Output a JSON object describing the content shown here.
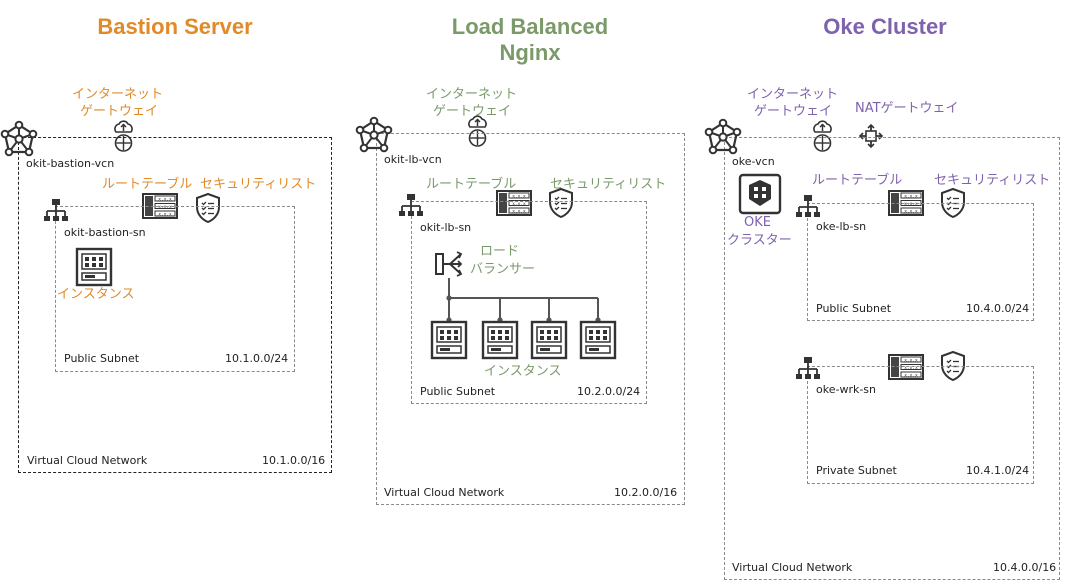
{
  "colors": {
    "bastion": "#e08a2a",
    "lb": "#7b9a6a",
    "oke": "#7f62ad",
    "icon": "#333333"
  },
  "bastion": {
    "title": "Bastion Server",
    "igw_label_1": "インターネット",
    "igw_label_2": "ゲートウェイ",
    "vcn_name": "okit-bastion-vcn",
    "route_table": "ルートテーブル",
    "security_list": "セキュリティリスト",
    "subnet_name": "okit-bastion-sn",
    "instance_label": "インスタンス",
    "subnet_type": "Public Subnet",
    "subnet_cidr": "10.1.0.0/24",
    "vcn_type": "Virtual Cloud Network",
    "vcn_cidr": "10.1.0.0/16"
  },
  "lb": {
    "title_1": "Load Balanced",
    "title_2": "Nginx",
    "igw_label_1": "インターネット",
    "igw_label_2": "ゲートウェイ",
    "vcn_name": "okit-lb-vcn",
    "route_table": "ルートテーブル",
    "security_list": "セキュリティリスト",
    "subnet_name": "okit-lb-sn",
    "lb_label_1": "ロード",
    "lb_label_2": "バランサー",
    "instance_label": "インスタンス",
    "subnet_type": "Public Subnet",
    "subnet_cidr": "10.2.0.0/24",
    "vcn_type": "Virtual Cloud Network",
    "vcn_cidr": "10.2.0.0/16"
  },
  "oke": {
    "title": "Oke Cluster",
    "igw_label_1": "インターネット",
    "igw_label_2": "ゲートウェイ",
    "nat_label": "NATゲートウェイ",
    "vcn_name": "oke-vcn",
    "oke_label_1": "OKE",
    "oke_label_2": "クラスター",
    "route_table": "ルートテーブル",
    "security_list": "セキュリティリスト",
    "lb_subnet_name": "oke-lb-sn",
    "lb_subnet_type": "Public Subnet",
    "lb_subnet_cidr": "10.4.0.0/24",
    "wrk_subnet_name": "oke-wrk-sn",
    "wrk_subnet_type": "Private Subnet",
    "wrk_subnet_cidr": "10.4.1.0/24",
    "vcn_type": "Virtual Cloud Network",
    "vcn_cidr": "10.4.0.0/16"
  }
}
